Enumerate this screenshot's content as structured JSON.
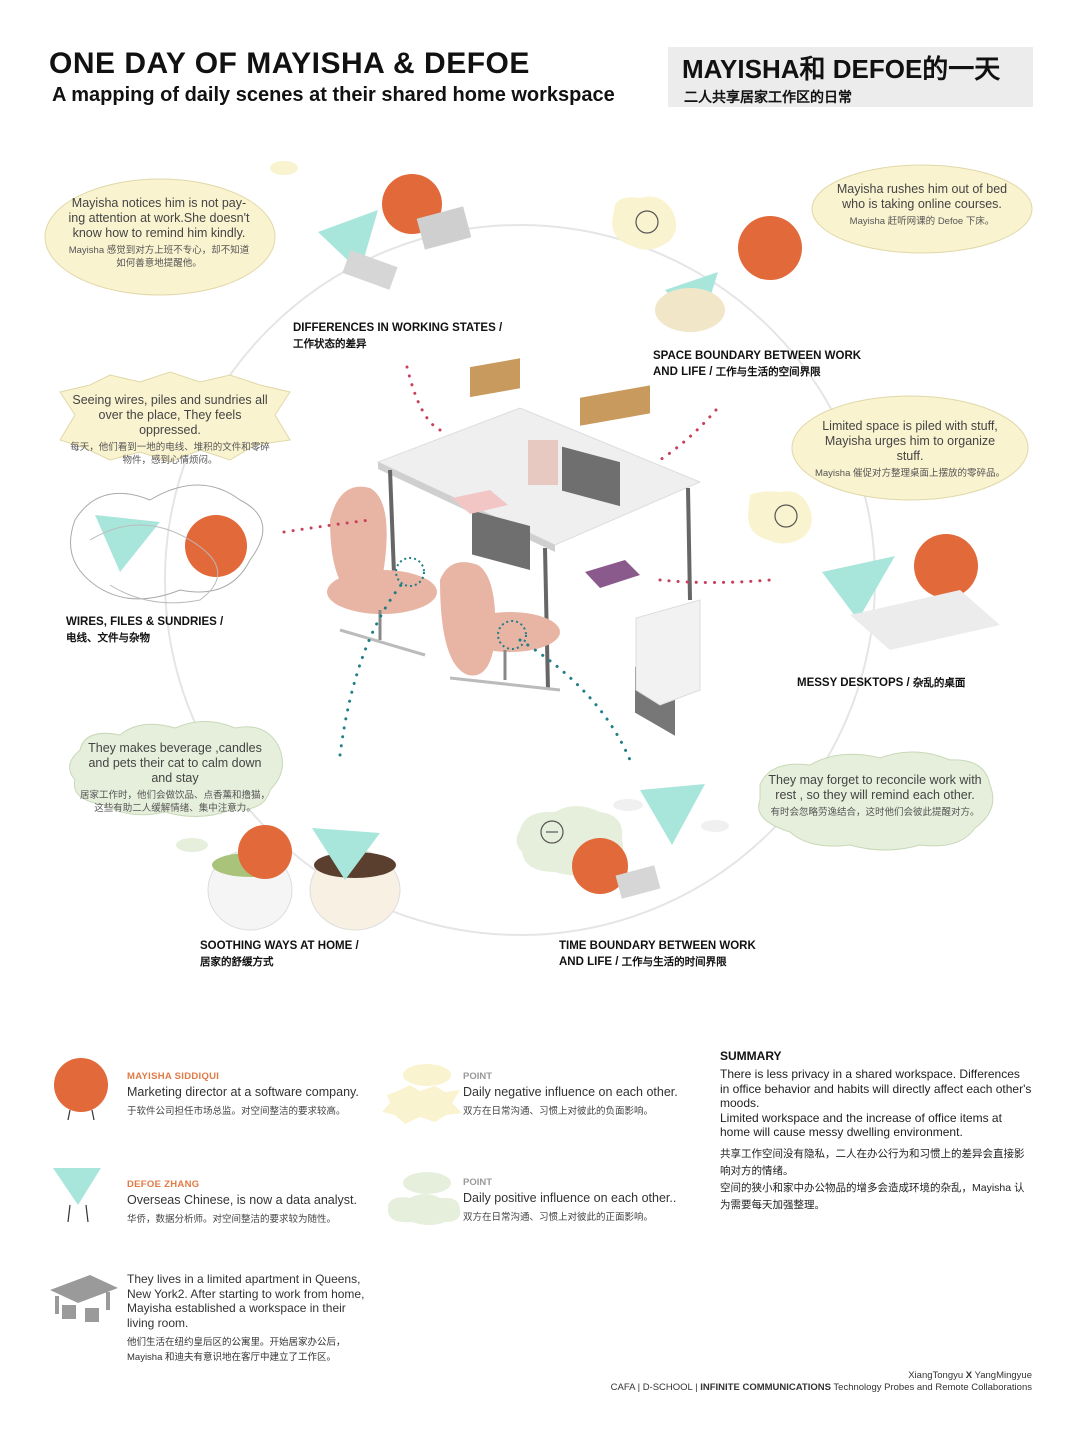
{
  "header": {
    "title_en": "ONE DAY OF MAYISHA & DEFOE",
    "subtitle_en": "A mapping of daily scenes at their shared home workspace",
    "title_cn": "MAYISHA和 DEFOE的一天",
    "subtitle_cn": "二人共享居家工作区的日常"
  },
  "bubbles": {
    "attention": {
      "en": "Mayisha notices him is not pay-ing attention at work.She doesn't know how to remind him kindly.",
      "cn": "Mayisha 感觉到对方上班不专心，却不知道如何善意地提醒他。"
    },
    "bed": {
      "en": "Mayisha rushes him out of bed who is taking online courses.",
      "cn": "Mayisha 赶听网课的 Defoe 下床。"
    },
    "wires": {
      "en": "Seeing wires, piles and sundries all over the place, They feels oppressed.",
      "cn": "每天，他们看到一地的电线、堆积的文件和零碎物件，感到心情烦闷。"
    },
    "limited": {
      "en": "Limited space is piled with stuff, Mayisha urges him to organize stuff.",
      "cn": "Mayisha 催促对方整理桌面上摆放的零碎品。"
    },
    "beverage": {
      "en": "They makes beverage ,candles and pets their cat to calm down and stay",
      "cn": "居家工作时，他们会做饮品、点香薰和撸猫，这些有助二人缓解情绪、集中注意力。"
    },
    "forget": {
      "en": "They may forget to reconcile work with rest , so they will remind each other.",
      "cn": "有时会忽略劳逸结合，这时他们会彼此提醒对方。"
    }
  },
  "scenes": {
    "working_states": {
      "en": "DIFFERENCES IN WORKING STATES /",
      "cn": "工作状态的差异"
    },
    "space_boundary": {
      "en": "SPACE BOUNDARY BETWEEN WORK",
      "en2": "AND LIFE /",
      "cn": "工作与生活的空间界限"
    },
    "wires_files": {
      "en": "WIRES, FILES & SUNDRIES /",
      "cn": "电线、文件与杂物"
    },
    "messy": {
      "en": "MESSY DESKTOPS /",
      "cn": "杂乱的桌面"
    },
    "soothing": {
      "en": "SOOTHING WAYS AT HOME /",
      "cn": "居家的舒缓方式"
    },
    "time_boundary": {
      "en": "TIME BOUNDARY BETWEEN WORK",
      "en2": "AND LIFE /",
      "cn": "工作与生活的时间界限"
    }
  },
  "legend": {
    "mayisha": {
      "name": "MAYISHA SIDDIQUI",
      "desc": "Marketing director at a software company.",
      "cn": "于软件公司担任市场总监。对空间整洁的要求较高。"
    },
    "defoe": {
      "name": "DEFOE ZHANG",
      "desc": "Overseas Chinese, is now a data analyst.",
      "cn": "华侨，数据分析师。对空间整洁的要求较为随性。"
    },
    "point_negative": {
      "label": "POINT",
      "desc": "Daily negative influence on each other.",
      "cn": "双方在日常沟通、习惯上对彼此的负面影响。"
    },
    "point_positive": {
      "label": "POINT",
      "desc": "Daily positive influence on each other..",
      "cn": "双方在日常沟通、习惯上对彼此的正面影响。"
    },
    "apartment": {
      "en": "They lives in a limited apartment in Queens, New York2. After starting to work from home, Mayisha established a workspace in their living room.",
      "cn": "他们生活在纽约皇后区的公寓里。开始居家办公后，Mayisha 和迪夫有意识地在客厅中建立了工作区。"
    }
  },
  "summary": {
    "title": "SUMMARY",
    "en1": "There is less privacy in a shared workspace. Differences in office behavior and habits will directly affect each other's moods.",
    "en2": "Limited workspace and the increase of office items at home will cause messy dwelling environment.",
    "cn1": "共享工作空间没有隐私，二人在办公行为和习惯上的差异会直接影响对方的情绪。",
    "cn2": "空间的狭小和家中办公物品的增多会造成环境的杂乱，Mayisha 认为需要每天加强整理。"
  },
  "footer": {
    "authors_a": "XiangTongyu",
    "authors_x": "X",
    "authors_b": "YangMingyue",
    "org": "CAFA  |  D-SCHOOL  |",
    "course": "INFINITE COMMUNICATIONS",
    "topic": "Technology Probes and Remote Collaborations"
  },
  "colors": {
    "mayisha": "#e2693a",
    "defoe": "#a8e6dc",
    "negative_bubble": "#faf3d0",
    "positive_bubble": "#e6efdc",
    "dot_red": "#c8405a",
    "dot_teal": "#1f7e86"
  }
}
